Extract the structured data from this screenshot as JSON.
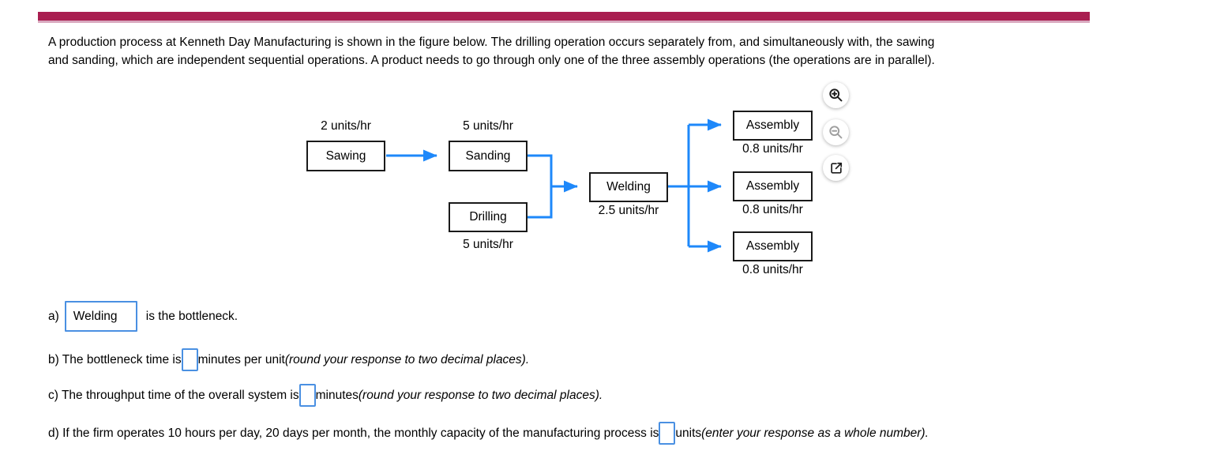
{
  "top_bar": {
    "color": "#A91E50",
    "underline_color": "#D9A9BF"
  },
  "intro": {
    "lines": [
      "A production process at Kenneth Day Manufacturing is shown in the figure below. The drilling operation occurs separately from, and simultaneously with, the sawing",
      "and sanding, which are independent sequential operations. A product needs to go through only one of the three assembly operations (the operations are in parallel)."
    ]
  },
  "diagram": {
    "arrow_color": "#1E88FA",
    "box_border_color": "#1a1a1a",
    "nodes": {
      "sawing": {
        "label": "Sawing",
        "rate": "2 units/hr"
      },
      "sanding": {
        "label": "Sanding",
        "rate": "5 units/hr"
      },
      "drilling": {
        "label": "Drilling",
        "rate": "5 units/hr"
      },
      "welding": {
        "label": "Welding",
        "rate": "2.5 units/hr"
      },
      "assembly_top": {
        "label": "Assembly",
        "rate": "0.8 units/hr"
      },
      "assembly_middle": {
        "label": "Assembly",
        "rate": "0.8 units/hr"
      },
      "assembly_bottom": {
        "label": "Assembly",
        "rate": "0.8 units/hr"
      }
    },
    "toolbar_icons": [
      {
        "name": "zoom-in-icon",
        "enabled": true
      },
      {
        "name": "zoom-out-icon",
        "enabled": false
      },
      {
        "name": "open-in-new-window-icon",
        "enabled": true
      }
    ]
  },
  "questions": {
    "input_border_color": "#4A90E2",
    "a": {
      "prefix": "a)",
      "answer_value": "Welding",
      "suffix": "is the bottleneck."
    },
    "b": {
      "prefix": "b) The bottleneck time is",
      "input_value": "",
      "suffix": "minutes per unit",
      "note": "(round your response to two decimal places)."
    },
    "c": {
      "prefix": "c) The throughput time of the overall system is",
      "input_value": "",
      "suffix": "minutes",
      "note": "(round your response to two decimal places)."
    },
    "d": {
      "prefix": "d) If the firm operates 10 hours per day, 20 days per month, the monthly capacity of the manufacturing process is",
      "input_value": "",
      "suffix": "units",
      "note": "(enter your response as a whole number)."
    }
  }
}
